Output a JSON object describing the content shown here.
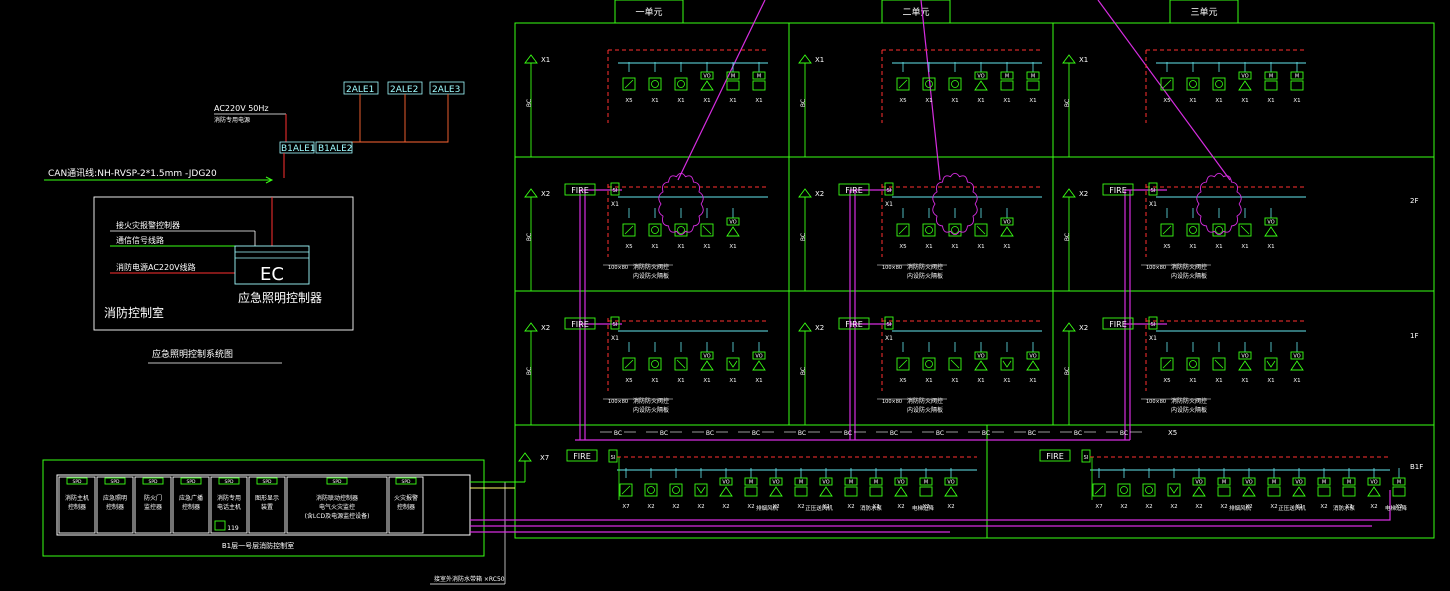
{
  "colors": {
    "background": "#000000",
    "frame": "#39ff14",
    "cyan": "#63e6ee",
    "magenta": "#d62de0",
    "red_dashed": "#ff3030",
    "white": "#ffffff",
    "yellow": "#ffff66"
  },
  "units": {
    "u1": "一单元",
    "u2": "二单元",
    "u3": "三单元"
  },
  "floor_labels": [
    "2F",
    "1F",
    "B1F"
  ],
  "ec_panel": {
    "line_ac": "AC220V 50Hz",
    "line_ac_note": "消防专用电源",
    "ale_boxes": [
      "2ALE1",
      "2ALE2",
      "2ALE3"
    ],
    "ale_main": "B1ALE1",
    "ale_right": "B1ALE2",
    "can_bus": "CAN通讯线:NH-RVSP-2*1.5mm -JDG20",
    "room_lines": [
      "接火灾报警控制器",
      "通信信号线路",
      "消防电源AC220V线路"
    ],
    "ec_label": "EC",
    "controller_name": "应急照明控制器",
    "room_name": "消防控制室",
    "diagram_title": "应急照明控制系统图"
  },
  "tags": {
    "fire": "FIRE",
    "si": "SI",
    "vo": "VO",
    "m": "M",
    "bc": "BC",
    "x1": "X1",
    "x2": "X2",
    "x5": "X5",
    "x7": "X7",
    "tap": "X"
  },
  "floor_notes": {
    "line1": "消防防火阀控",
    "line2": "内设防火隔板",
    "line3": "100×80"
  },
  "control_room": {
    "title": "B1层一号层消防控制室",
    "cells": [
      "消防主机\n控制器",
      "应急照明\n控制器",
      "防火门\n监控器",
      "应急广播\n控制器",
      "消防专用\n电话主机",
      "图形显示\n装置",
      "消防联动控制器\n电气火灾监控\n(含LCD及电源监控设备)",
      "火灾报警\n控制器"
    ],
    "cell_tags": [
      "SPD",
      "SPD",
      "SPD",
      "SPD",
      "SPD",
      "SPD",
      "SPD",
      "SPD"
    ],
    "phone_tag": "119",
    "feed_note": "接室外消防水带箱 ×RC50"
  },
  "basement_labels": [
    "排烟风机",
    "正压送风机",
    "消防水泵",
    "电梯迫降"
  ]
}
